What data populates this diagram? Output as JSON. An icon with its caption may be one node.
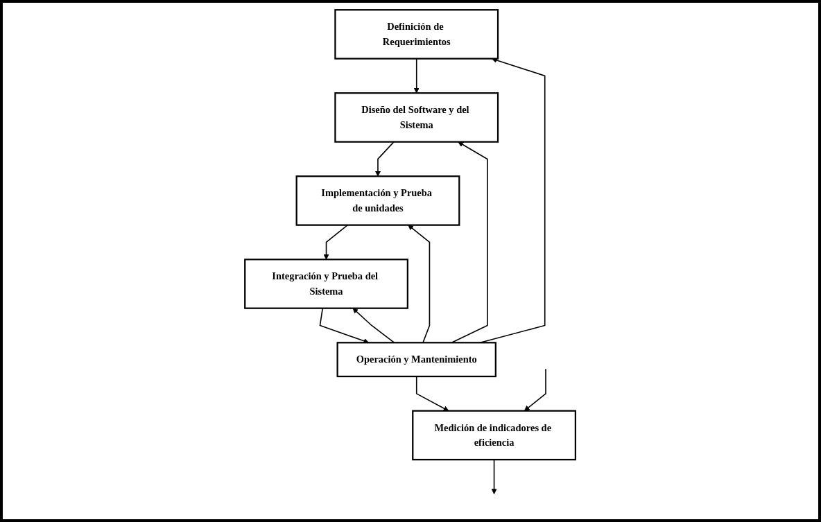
{
  "diagram": {
    "nodes": [
      {
        "text": [
          "Definición de Requerimientos"
        ]
      },
      {
        "text": [
          "Diseño del Software y del Sistema"
        ]
      },
      {
        "text": [
          "Implementación y Prueba de unidades"
        ]
      },
      {
        "text": [
          "Integración y Prueba del Sistema"
        ]
      },
      {
        "text": [
          "Operación y Mantenimiento"
        ]
      },
      {
        "text": [
          "Medición de indicadores de eficiencia"
        ]
      }
    ],
    "edges": [
      {
        "from": 0,
        "to": 1,
        "arrow": "to"
      },
      {
        "from": 1,
        "to": 2,
        "arrow": "to"
      },
      {
        "from": 2,
        "to": 3,
        "arrow": "to"
      },
      {
        "from": 3,
        "to": 4,
        "arrow": "to"
      },
      {
        "from": 4,
        "to": 0,
        "arrow": "to"
      },
      {
        "from": 4,
        "to": 1,
        "arrow": "to"
      },
      {
        "from": 4,
        "to": 2,
        "arrow": "to"
      },
      {
        "from": 4,
        "to": 3,
        "arrow": "to"
      },
      {
        "from": null,
        "to": 5,
        "arrow": "to"
      },
      {
        "from": 4,
        "to": 5,
        "arrow": "to"
      },
      {
        "from": 5,
        "to": null,
        "arrow": "to"
      }
    ]
  }
}
